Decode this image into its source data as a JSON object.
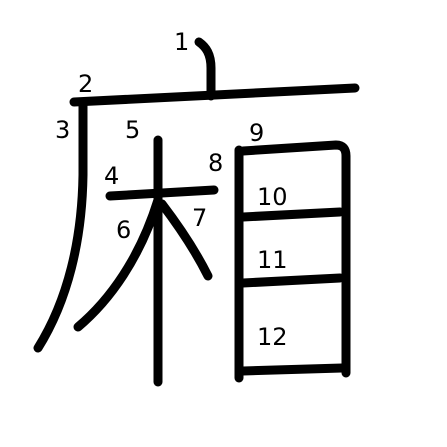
{
  "character": "廂",
  "stroke_color": "#000000",
  "background_color": "#ffffff",
  "stroke_numbers": [
    "1",
    "2",
    "3",
    "4",
    "5",
    "6",
    "7",
    "8",
    "9",
    "10",
    "11",
    "12"
  ]
}
